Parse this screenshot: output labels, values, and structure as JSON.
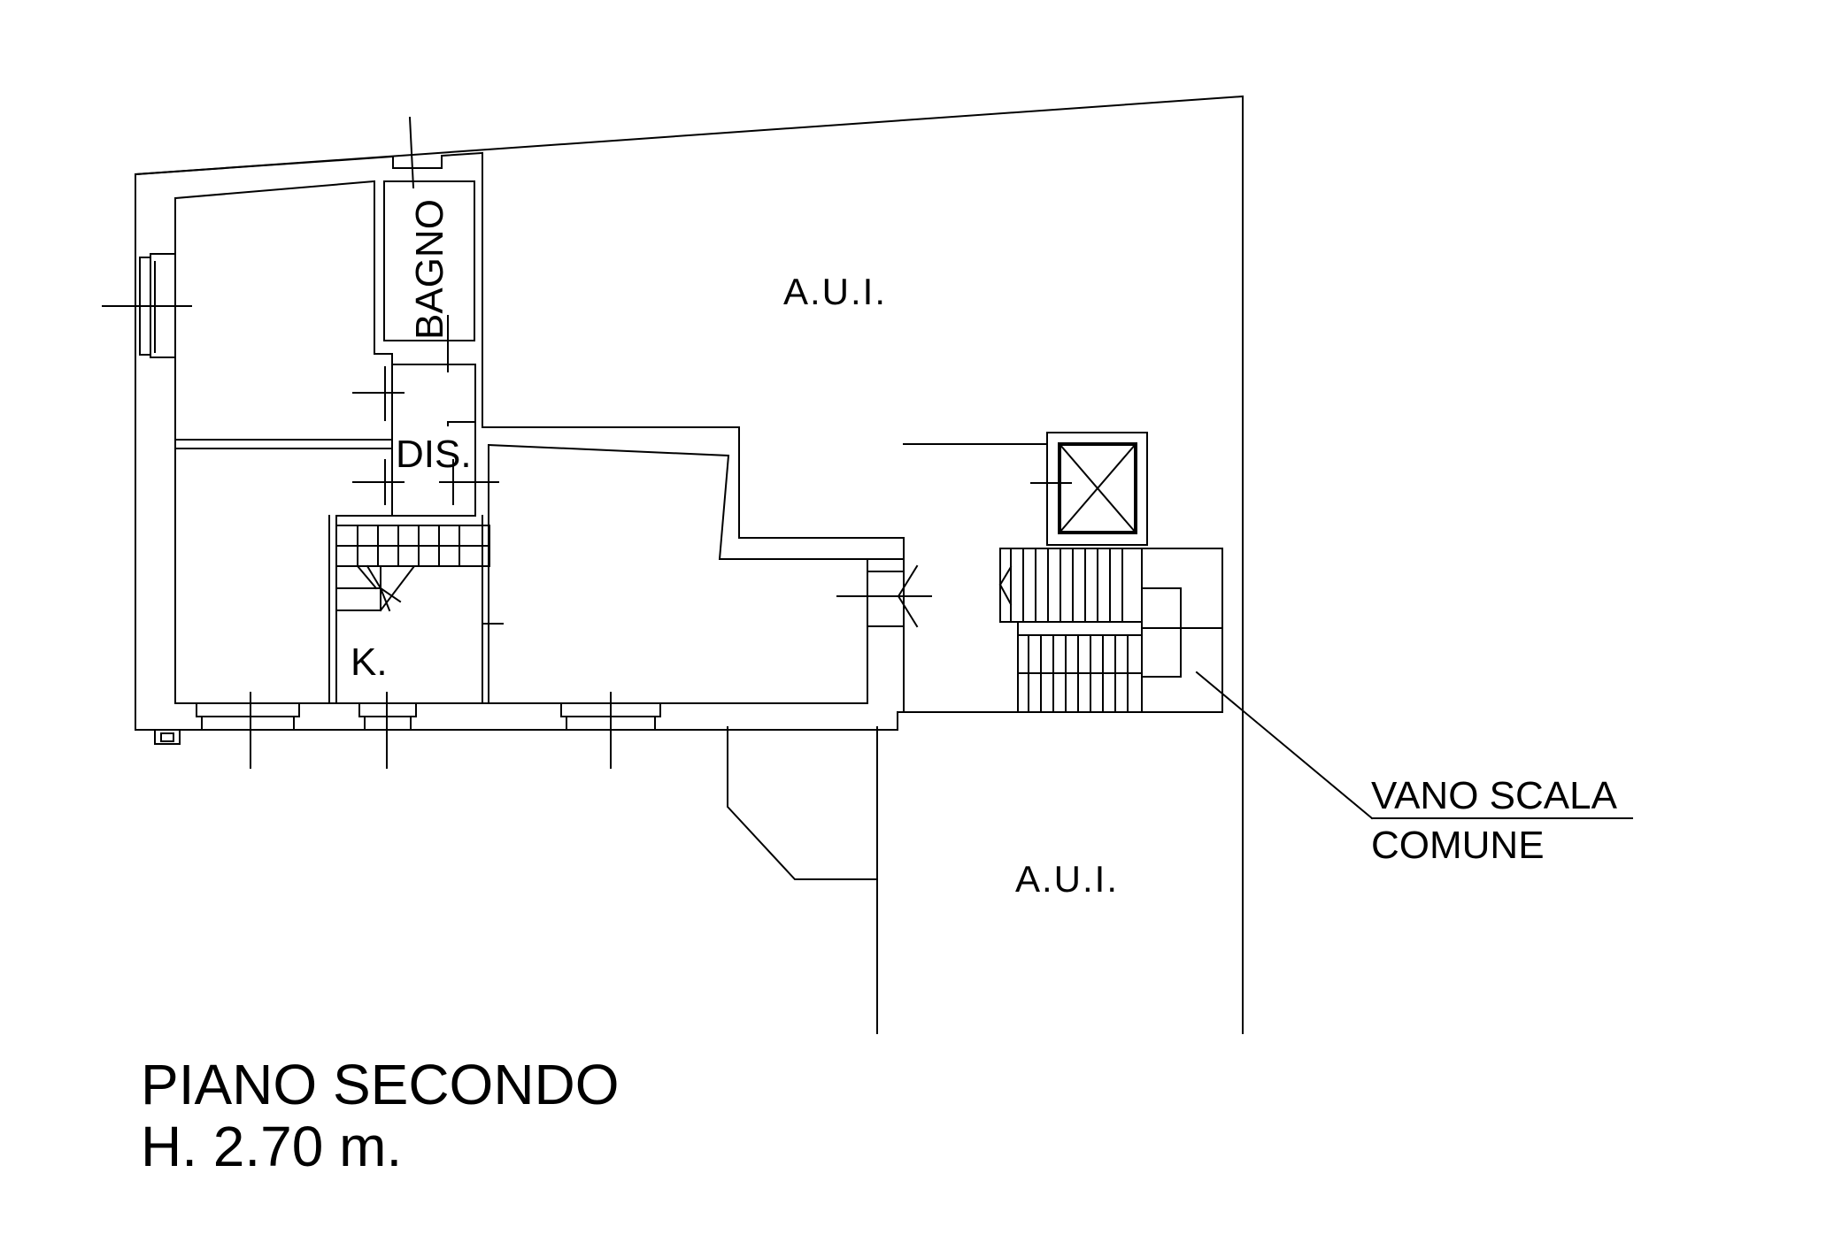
{
  "rooms": {
    "bagno": "BAGNO",
    "dis": "DIS.",
    "k": "K."
  },
  "aui": {
    "top": "A.U.I.",
    "bottom": "A.U.I."
  },
  "stair_label": {
    "line1": "VANO SCALA",
    "line2": "COMUNE"
  },
  "title": {
    "floor": "PIANO SECONDO",
    "height": "H. 2.70 m."
  }
}
